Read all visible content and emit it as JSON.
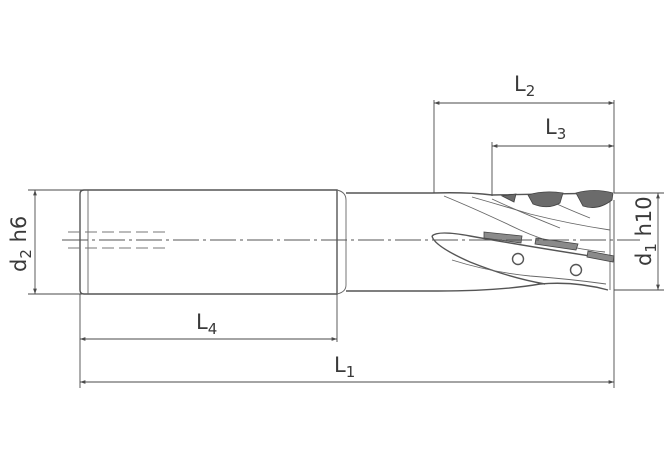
{
  "drawing": {
    "dimensions": {
      "L1": {
        "main": "L",
        "sub": "1"
      },
      "L2": {
        "main": "L",
        "sub": "2"
      },
      "L3": {
        "main": "L",
        "sub": "3"
      },
      "L4": {
        "main": "L",
        "sub": "4"
      },
      "d1": {
        "main": "d",
        "sub": "1",
        "suffix": " h10"
      },
      "d2": {
        "main": "d",
        "sub": "2",
        "suffix": " h6"
      }
    }
  }
}
